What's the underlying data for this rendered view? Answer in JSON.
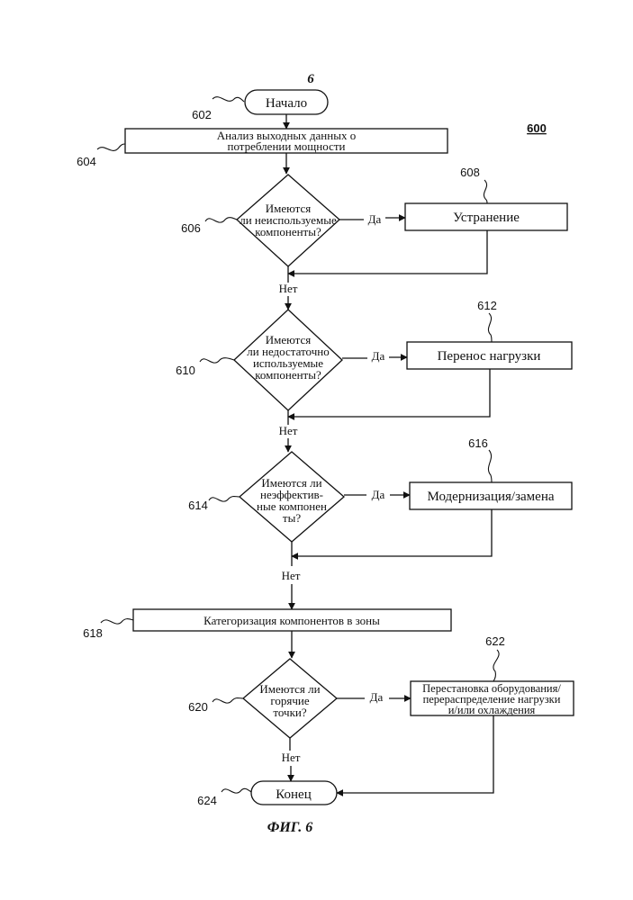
{
  "figure": {
    "page_marker": "6",
    "diagram_number": "600",
    "caption": "ФИГ. 6"
  },
  "nodes": {
    "start": {
      "ref": "602",
      "label": "Начало"
    },
    "analyze": {
      "ref": "604",
      "lines": [
        "Анализ выходных данных о",
        "потреблении мощности"
      ]
    },
    "q_unused": {
      "ref": "606",
      "lines": [
        "Имеются",
        "ли неиспользуемые",
        "компоненты?"
      ]
    },
    "eliminate": {
      "ref": "608",
      "label": "Устранение"
    },
    "q_underused": {
      "ref": "610",
      "lines": [
        "Имеются",
        "ли недостаточно",
        "используемые",
        "компоненты?"
      ]
    },
    "shift_load": {
      "ref": "612",
      "label": "Перенос нагрузки"
    },
    "q_inefficient": {
      "ref": "614",
      "lines": [
        "Имеются ли",
        "неэффектив-",
        "ные компонен",
        "ты?"
      ]
    },
    "upgrade": {
      "ref": "616",
      "label": "Модернизация/замена"
    },
    "categorize": {
      "ref": "618",
      "label": "Категоризация компонентов в зоны"
    },
    "q_hotspots": {
      "ref": "620",
      "lines": [
        "Имеются ли",
        "горячие",
        "точки?"
      ]
    },
    "rearrange": {
      "ref": "622",
      "lines": [
        "Перестановка оборудования/",
        "перераспределение нагрузки",
        "и/или охлаждения"
      ]
    },
    "end": {
      "ref": "624",
      "label": "Конец"
    }
  },
  "edge_labels": {
    "yes": "Да",
    "no": "Нет"
  }
}
